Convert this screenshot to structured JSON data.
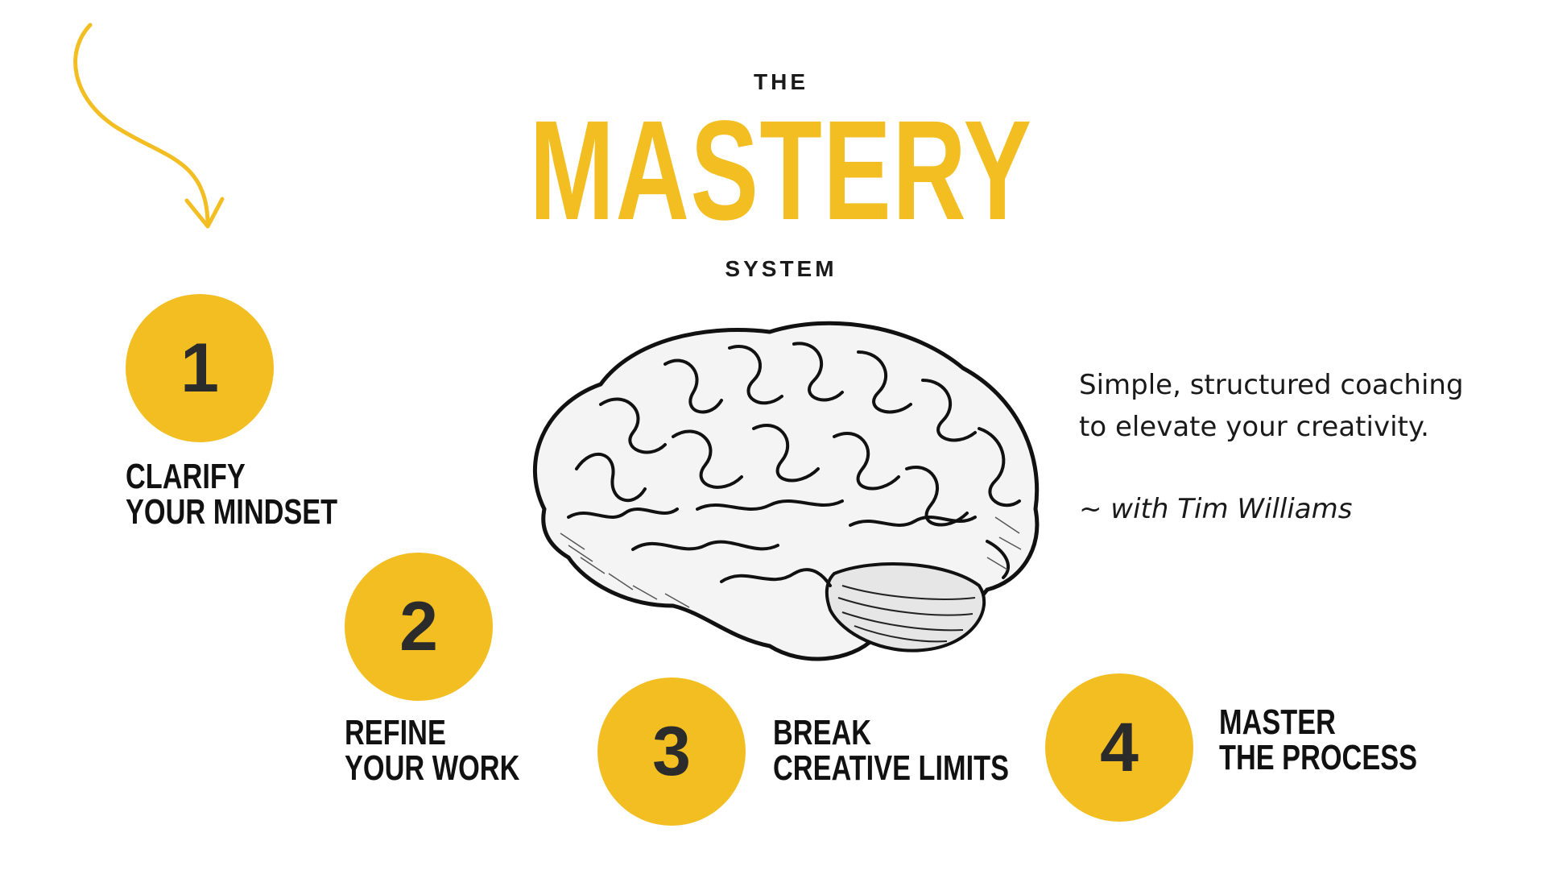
{
  "heading": {
    "top": "THE",
    "main": "MASTERY",
    "bottom": "SYSTEM"
  },
  "colors": {
    "accent": "#F2BE22",
    "text": "#111111",
    "number": "#2b2b2b",
    "background": "#ffffff"
  },
  "steps": [
    {
      "number": "1",
      "line1": "CLARIFY",
      "line2": "YOUR MINDSET"
    },
    {
      "number": "2",
      "line1": "REFINE",
      "line2": "YOUR WORK"
    },
    {
      "number": "3",
      "line1": "BREAK",
      "line2": "CREATIVE LIMITS"
    },
    {
      "number": "4",
      "line1": "MASTER",
      "line2": "THE PROCESS"
    }
  ],
  "tagline": {
    "line1": "Simple, structured coaching",
    "line2": "to elevate your creativity."
  },
  "byline": "~ with Tim Williams",
  "icons": {
    "arrow": "curved-arrow-icon",
    "brain": "brain-illustration"
  }
}
